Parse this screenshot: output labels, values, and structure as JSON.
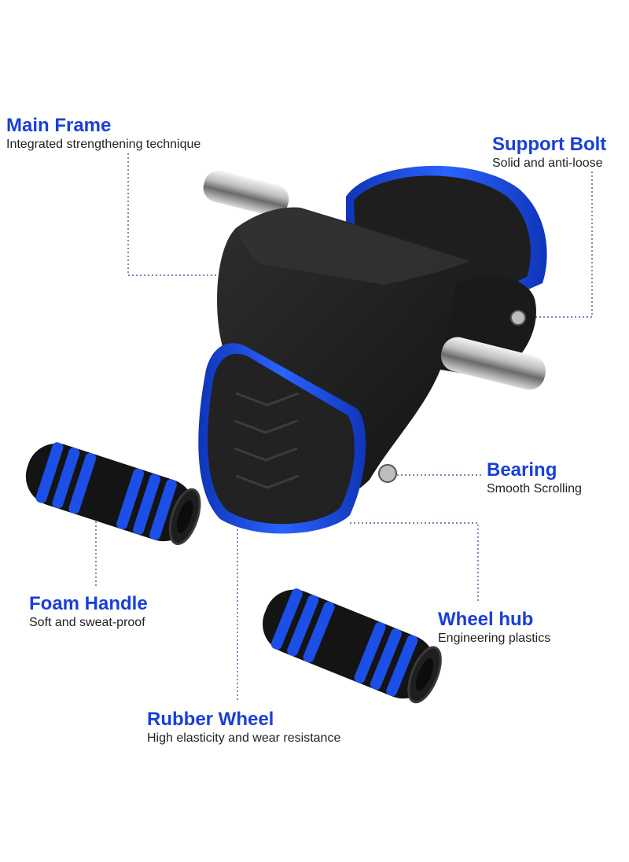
{
  "colors": {
    "accent": "#1a3fd8",
    "text": "#111111",
    "body_black": "#1c1c1c",
    "body_dark": "#2a2a2a",
    "wheel_blue": "#1c4fe8",
    "steel": "#c8c8c8",
    "leader_line": "#2b3c8c"
  },
  "callouts": [
    {
      "title": "Main Frame",
      "subtitle": "Integrated strengthening technique"
    },
    {
      "title": "Support Bolt",
      "subtitle": "Solid and anti-loose"
    },
    {
      "title": "Bearing",
      "subtitle": "Smooth Scrolling"
    },
    {
      "title": "Foam Handle",
      "subtitle": "Soft and sweat-proof"
    },
    {
      "title": "Wheel hub",
      "subtitle": "Engineering plastics"
    },
    {
      "title": "Rubber Wheel",
      "subtitle": "High elasticity and wear resistance"
    }
  ]
}
